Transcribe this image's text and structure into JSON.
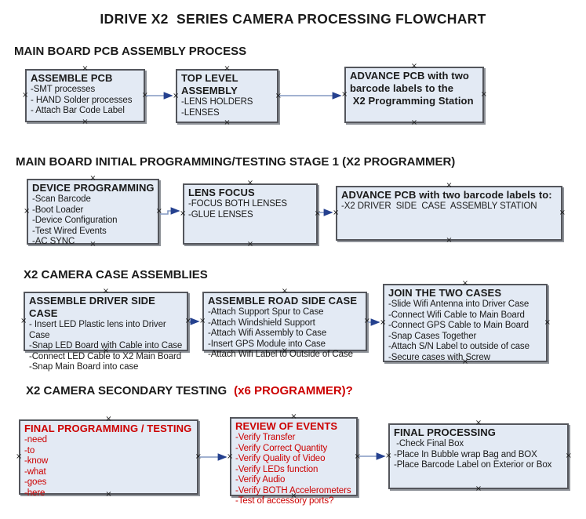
{
  "title": "IDRIVE X2  SERIES CAMERA PROCESSING FLOWCHART",
  "colors": {
    "accent_red": "#cc0000",
    "box_fill": "#e3eaf4",
    "box_border": "#54565c",
    "box_shadow": "#8f9399",
    "arrow_line": "#8499c2",
    "arrow_head": "#25418f"
  },
  "handle_glyph": "×",
  "sections": [
    {
      "heading": "MAIN BOARD PCB ASSEMBLY PROCESS",
      "heading_red": "",
      "boxes": [
        {
          "title": "ASSEMBLE PCB",
          "items": [
            "-SMT processes",
            "- HAND Solder processes",
            "- Attach Bar Code Label"
          ]
        },
        {
          "title": "TOP LEVEL ASSEMBLY",
          "items": [
            "-LENS HOLDERS",
            "-LENSES"
          ]
        },
        {
          "title": "ADVANCE PCB with two\nbarcode labels to the\n X2 Programming Station",
          "items": []
        }
      ]
    },
    {
      "heading": "MAIN BOARD INITIAL PROGRAMMING/TESTING STAGE 1 (X2 PROGRAMMER)",
      "heading_red": "",
      "boxes": [
        {
          "title": "DEVICE PROGRAMMING",
          "items": [
            "-Scan Barcode",
            "-Boot Loader",
            "-Device Configuration",
            "-Test Wired Events",
            "-AC SYNC"
          ]
        },
        {
          "title": "LENS FOCUS",
          "items": [
            "-FOCUS BOTH LENSES",
            "-GLUE LENSES"
          ]
        },
        {
          "title": "ADVANCE PCB with two barcode labels to:",
          "items": [
            "-X2 DRIVER  SIDE  CASE  ASSEMBLY STATION"
          ]
        }
      ]
    },
    {
      "heading": "X2 CAMERA CASE ASSEMBLIES",
      "heading_red": "",
      "boxes": [
        {
          "title": "ASSEMBLE DRIVER SIDE CASE",
          "items": [
            "- Insert LED Plastic lens into Driver Case",
            "-Snap LED Board with Cable into Case",
            "-Connect LED Cable to X2 Main Board",
            "-Snap Main Board into case"
          ]
        },
        {
          "title": "ASSEMBLE ROAD SIDE CASE",
          "items": [
            "-Attach Support Spur to Case",
            "-Attach Windshield Support",
            "-Attach Wifi Assembly to Case",
            "-Insert GPS Module into Case",
            "-Attach Wifi Label to Outside of Case"
          ]
        },
        {
          "title": "JOIN THE TWO CASES",
          "items": [
            "-Slide Wifi Antenna into Driver Case",
            "-Connect Wifi Cable to Main Board",
            "-Connect GPS Cable to Main Board",
            "-Snap Cases Together",
            "-Attach S/N Label to outside of case",
            "-Secure cases with Screw"
          ]
        }
      ]
    },
    {
      "heading": "X2 CAMERA SECONDARY TESTING",
      "heading_red": "(x6 PROGRAMMER)?",
      "boxes": [
        {
          "title": "FINAL PROGRAMMING / TESTING",
          "items": [
            "-need",
            "-to",
            "-know",
            "-what",
            "-goes",
            "-here"
          ]
        },
        {
          "title": "REVIEW OF EVENTS",
          "items": [
            "-Verify Transfer",
            "-Verify Correct Quantity",
            "-Verify Quality of Video",
            "-Verify LEDs function",
            "-Verify Audio",
            "-Verify BOTH Accelerometers",
            "-Test of accessory ports?"
          ]
        },
        {
          "title": "FINAL PROCESSING",
          "items": [
            " -Check Final Box",
            "-Place In Bubble wrap Bag and BOX",
            "-Place Barcode Label on Exterior or Box"
          ]
        }
      ]
    }
  ]
}
